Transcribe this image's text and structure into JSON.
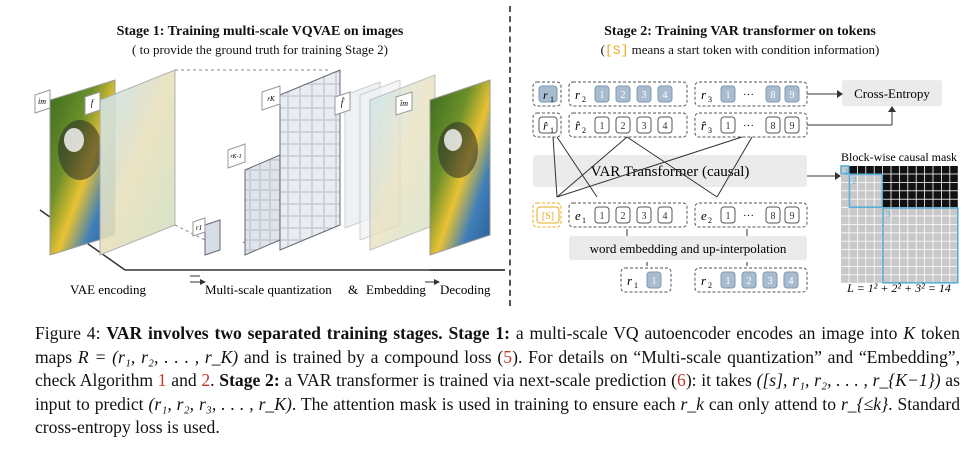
{
  "stage1": {
    "title": "Stage 1:  Training multi-scale VQVAE on images",
    "subtitle": "( to provide the ground truth for training Stage 2)",
    "label_vae": "VAE encoding",
    "label_msq": "Multi-scale quantization",
    "label_amp": "&",
    "label_emb": "Embedding",
    "label_dec": "Decoding",
    "tag_im": "im",
    "tag_f": "f",
    "tag_r1": "r1",
    "tag_rk1": "rK-1",
    "tag_rk": "rK",
    "tag_fhat": "f̂",
    "tag_imhat": "îm"
  },
  "stage2": {
    "title": "Stage 2:  Training VAR transformer on tokens",
    "subtitle_open": "(",
    "subtitle_s": "[S]",
    "subtitle_rest": "means a start token with condition information)",
    "cross_entropy": "Cross-Entropy",
    "transformer": "VAR Transformer (causal)",
    "embedding": "word embedding and up-interpolation",
    "mask_title": "Block-wise causal mask",
    "mask_formula": "L = 1² + 2² + 3² = 14",
    "start_token": "[S]",
    "ellipsis": "···",
    "row_targets": {
      "r1": "r",
      "r1_sub": "1",
      "r2": "r",
      "r2_sub": "2",
      "r3": "r",
      "r3_sub": "3"
    },
    "row_preds": {
      "r1": "r̂",
      "r1_sub": "1",
      "r2": "r̂",
      "r2_sub": "2",
      "r3": "r̂",
      "r3_sub": "3"
    },
    "row_inputs": {
      "e1": "e",
      "e1_sub": "1",
      "e2": "e",
      "e2_sub": "2"
    },
    "row_bottom": {
      "r1": "r",
      "r1_sub": "1",
      "r2": "r",
      "r2_sub": "2"
    },
    "cells_2": [
      "1",
      "2",
      "3",
      "4"
    ],
    "cells_3a": [
      "1"
    ],
    "cells_3b": [
      "8",
      "9"
    ],
    "mask_labels": [
      "1",
      "2",
      "3"
    ],
    "colors": {
      "token_fill": "#a9bccf",
      "token_stroke": "#7f98b0",
      "start": "#e6a817",
      "mask_dark": "#111111",
      "mask_light": "#c9c9c9",
      "mask_border": "#5aaed8"
    }
  },
  "caption": {
    "fig": "Figure 4:",
    "bold1": "VAR involves two separated training stages.",
    "bold2": "Stage 1:",
    "t1": "a multi-scale VQ autoencoder encodes an image into",
    "K": "K",
    "t2": "token maps",
    "Req": "R = (r₁, r₂, . . . , r_K)",
    "t3": "and is trained by a compound loss (",
    "ref5": "5",
    "t4": "). For details on “Multi-scale quantization” and “Embedding”, check Algorithm",
    "ref1": "1",
    "and": "and",
    "ref2": "2",
    "t5": ".",
    "bold3": "Stage 2:",
    "t6": "a VAR transformer is trained via next-scale prediction (",
    "ref6": "6",
    "t7": "): it takes",
    "input": "([s], r₁, r₂, . . . , r_{K−1})",
    "t8": "as input to predict",
    "output": "(r₁, r₂, r₃, . . . , r_K)",
    "t9": ". The attention mask is used in training to ensure each",
    "rk": "r_k",
    "t10": "can only attend to",
    "rlk": "r_{≤k}",
    "t11": ". Standard cross-entropy loss is used."
  }
}
